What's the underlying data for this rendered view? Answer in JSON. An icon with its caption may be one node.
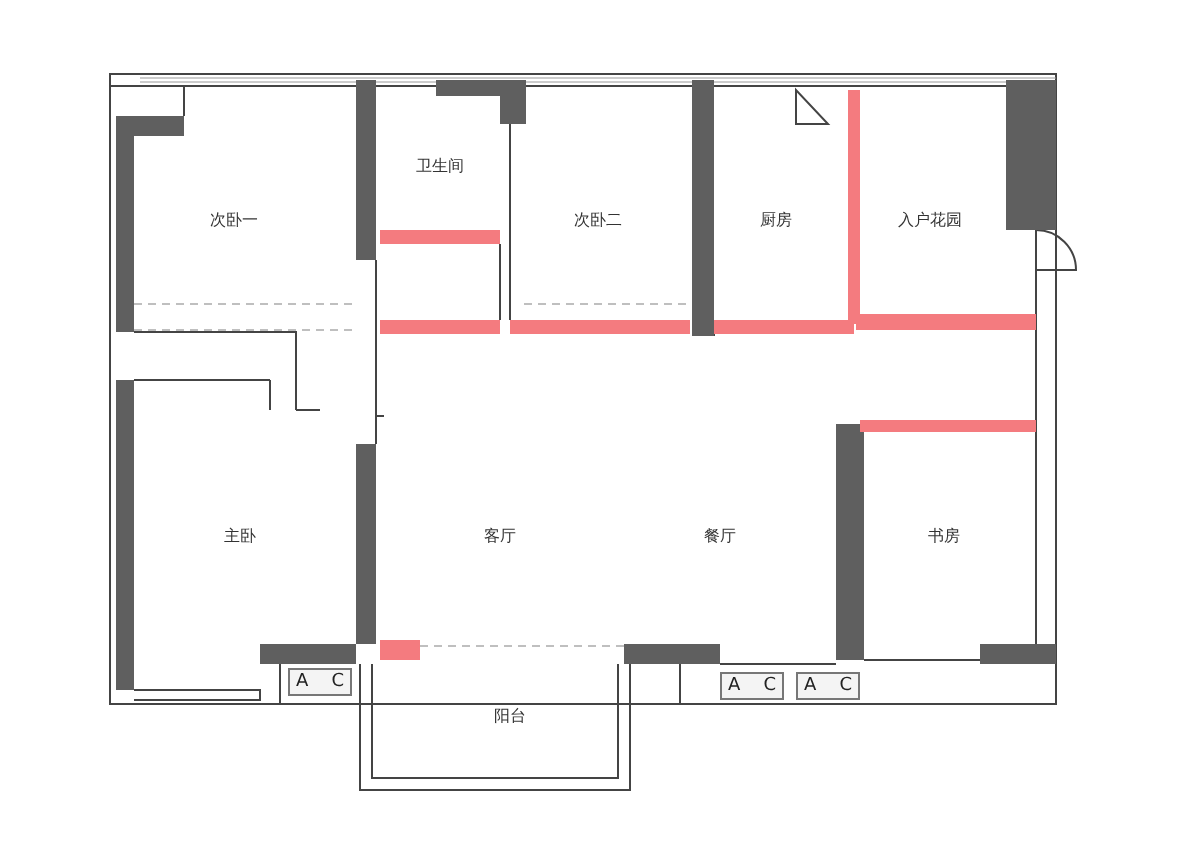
{
  "diagram": {
    "labels": [
      "卫生间",
      "次卧一",
      "次卧二",
      "厨房",
      "入户花园",
      "主卧",
      "客厅",
      "餐厅",
      "书房",
      "A",
      "C",
      "阳台",
      "A",
      "C",
      "A",
      "C"
    ]
  }
}
